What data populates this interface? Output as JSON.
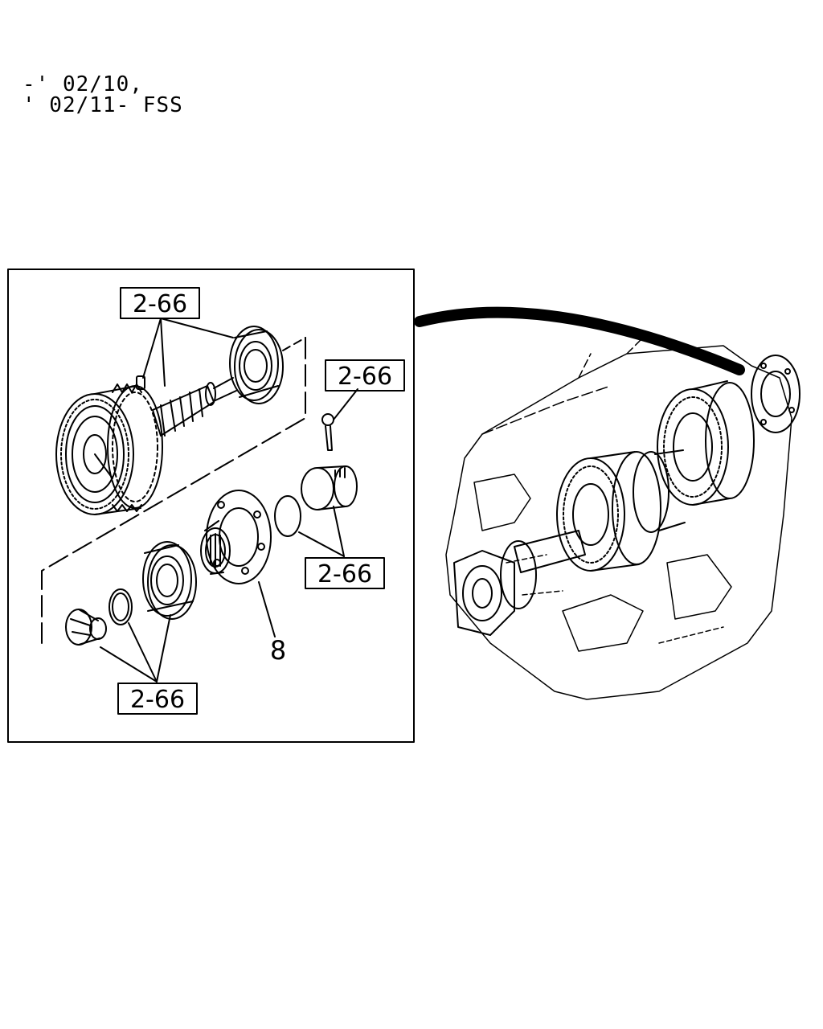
{
  "header": {
    "line1": "-' 02/10,",
    "line2": "' 02/11- FSS"
  },
  "callouts": {
    "ref_top": "2-66",
    "ref_right_top": "2-66",
    "ref_right_bottom": "2-66",
    "ref_bottom": "2-66",
    "part_number": "8"
  }
}
